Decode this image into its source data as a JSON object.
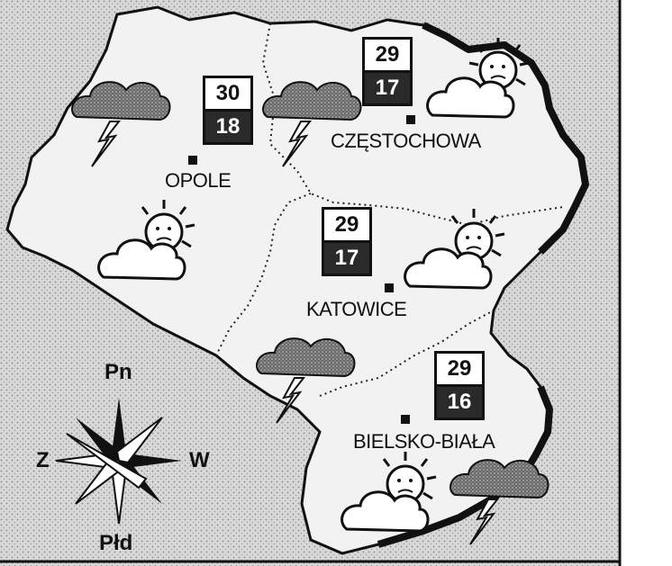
{
  "cities": {
    "opole": {
      "name": "OPOLE",
      "max": "30",
      "min": "18"
    },
    "czestochowa": {
      "name": "CZĘSTOCHOWA",
      "max": "29",
      "min": "17"
    },
    "katowice": {
      "name": "KATOWICE",
      "max": "29",
      "min": "17"
    },
    "bielsko": {
      "name": "BIELSKO-BIAŁA",
      "max": "29",
      "min": "16"
    }
  },
  "compass": {
    "north": "Pn",
    "south": "Płd",
    "west": "Z",
    "east": "W"
  },
  "weather_icons": [
    "storm-cloud-icon",
    "sun-behind-cloud-icon"
  ],
  "colors": {
    "ink": "#111111",
    "paper": "#ffffff",
    "outside": "#cfcfcf",
    "region": "#f1f1f1"
  }
}
